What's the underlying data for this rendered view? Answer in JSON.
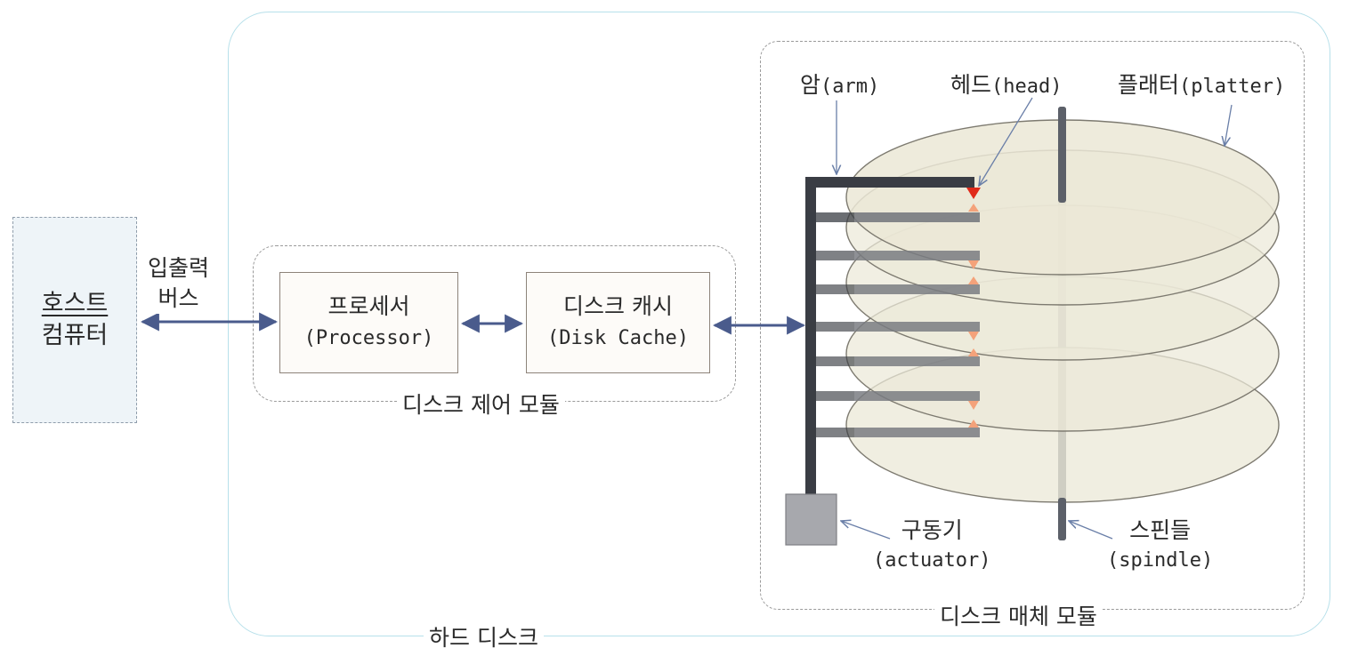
{
  "host": {
    "line1": "호스트",
    "line2": "컴퓨터"
  },
  "bus": {
    "line1": "입출력",
    "line2": "버스"
  },
  "hard_disk_label": "하드 디스크",
  "control_module": {
    "label": "디스크 제어 모듈",
    "processor": {
      "ko": "프로세서",
      "en": "(Processor)"
    },
    "cache": {
      "ko": "디스크 캐시",
      "en": "(Disk Cache)"
    }
  },
  "media_module": {
    "label": "디스크 매체 모듈",
    "arm": {
      "ko": "암",
      "en": "(arm)"
    },
    "head": {
      "ko": "헤드",
      "en": "(head)"
    },
    "platter": {
      "ko": "플래터",
      "en": "(platter)"
    },
    "actuator": {
      "ko": "구동기",
      "en": "(actuator)"
    },
    "spindle": {
      "ko": "스핀들",
      "en": "(spindle)"
    }
  },
  "colors": {
    "arrow": "#4a5b8c",
    "arm": "#3a3d44",
    "head": "#e02a1a",
    "platter_fill": "#e9e6d2",
    "hdd_border": "#b7e0ea"
  }
}
